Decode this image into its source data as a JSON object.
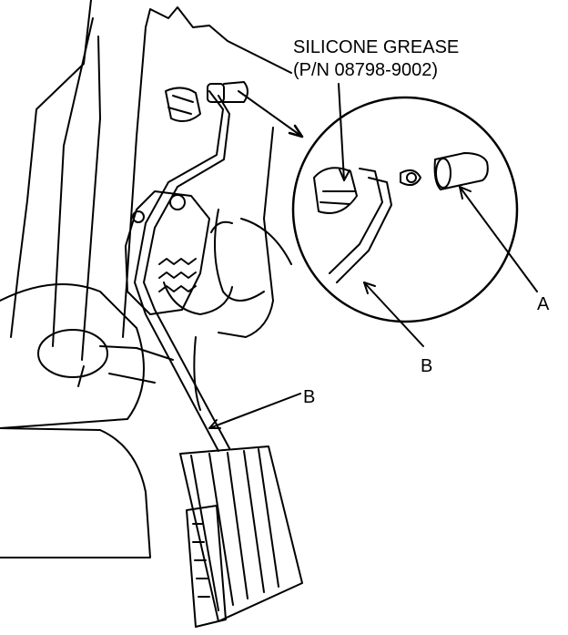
{
  "callout": {
    "line1": "SILICONE GREASE",
    "line2": "(P/N 08798-9002)"
  },
  "labels": {
    "a": "A",
    "b_detail": "B",
    "b_main": "B"
  }
}
